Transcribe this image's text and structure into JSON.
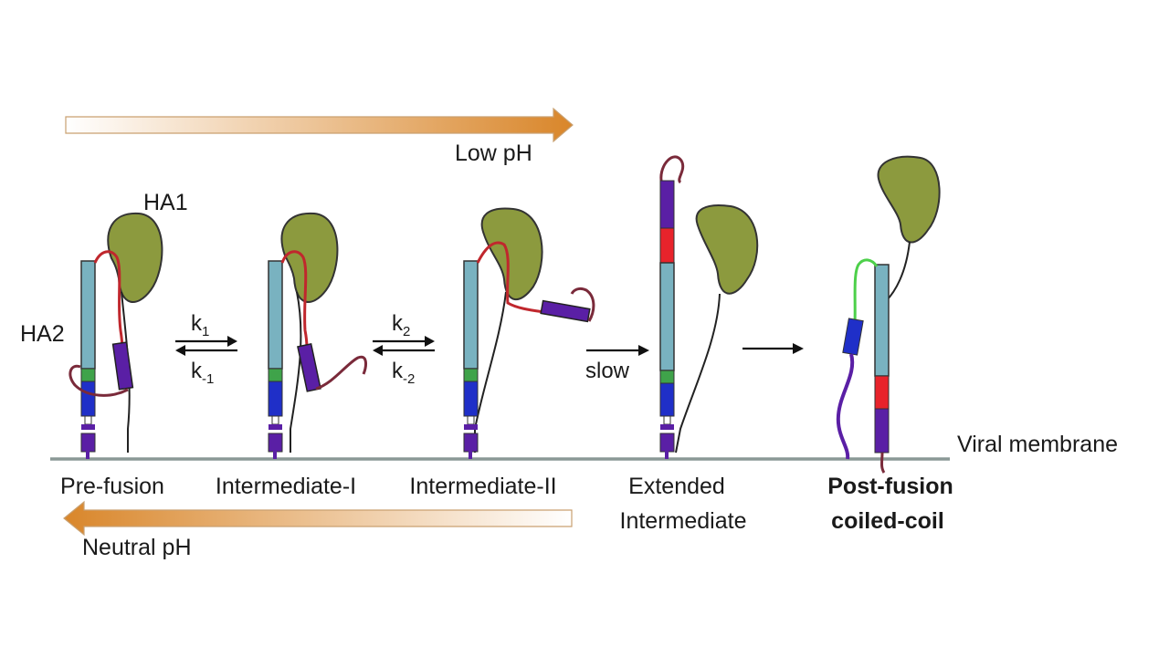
{
  "labels": {
    "low_ph": "Low pH",
    "neutral_ph": "Neutral pH",
    "ha1": "HA1",
    "ha2": "HA2",
    "viral_membrane": "Viral membrane",
    "slow": "slow"
  },
  "rates": {
    "k1": {
      "base": "k",
      "sub": "1"
    },
    "km1": {
      "base": "k",
      "sub": "-1"
    },
    "k2": {
      "base": "k",
      "sub": "2"
    },
    "km2": {
      "base": "k",
      "sub": "-2"
    }
  },
  "stages": {
    "pre_fusion": "Pre-fusion",
    "intermediate_1": "Intermediate-I",
    "intermediate_2": "Intermediate-II",
    "extended_line1": "Extended",
    "extended_line2": "Intermediate",
    "post_line1": "Post-fusion",
    "post_line2": "coiled-coil"
  },
  "colors": {
    "ph_arrow": "#d9862a",
    "ha1_fill": "#8c9a3e",
    "helix": "#79b2c0",
    "fusion_loop": "#e8232b",
    "green_segment": "#3fa34a",
    "blue_segment": "#1f2fc8",
    "purple_segment": "#5a1fa5",
    "red_linker": "#c0272d",
    "membrane": "#8a9896"
  }
}
